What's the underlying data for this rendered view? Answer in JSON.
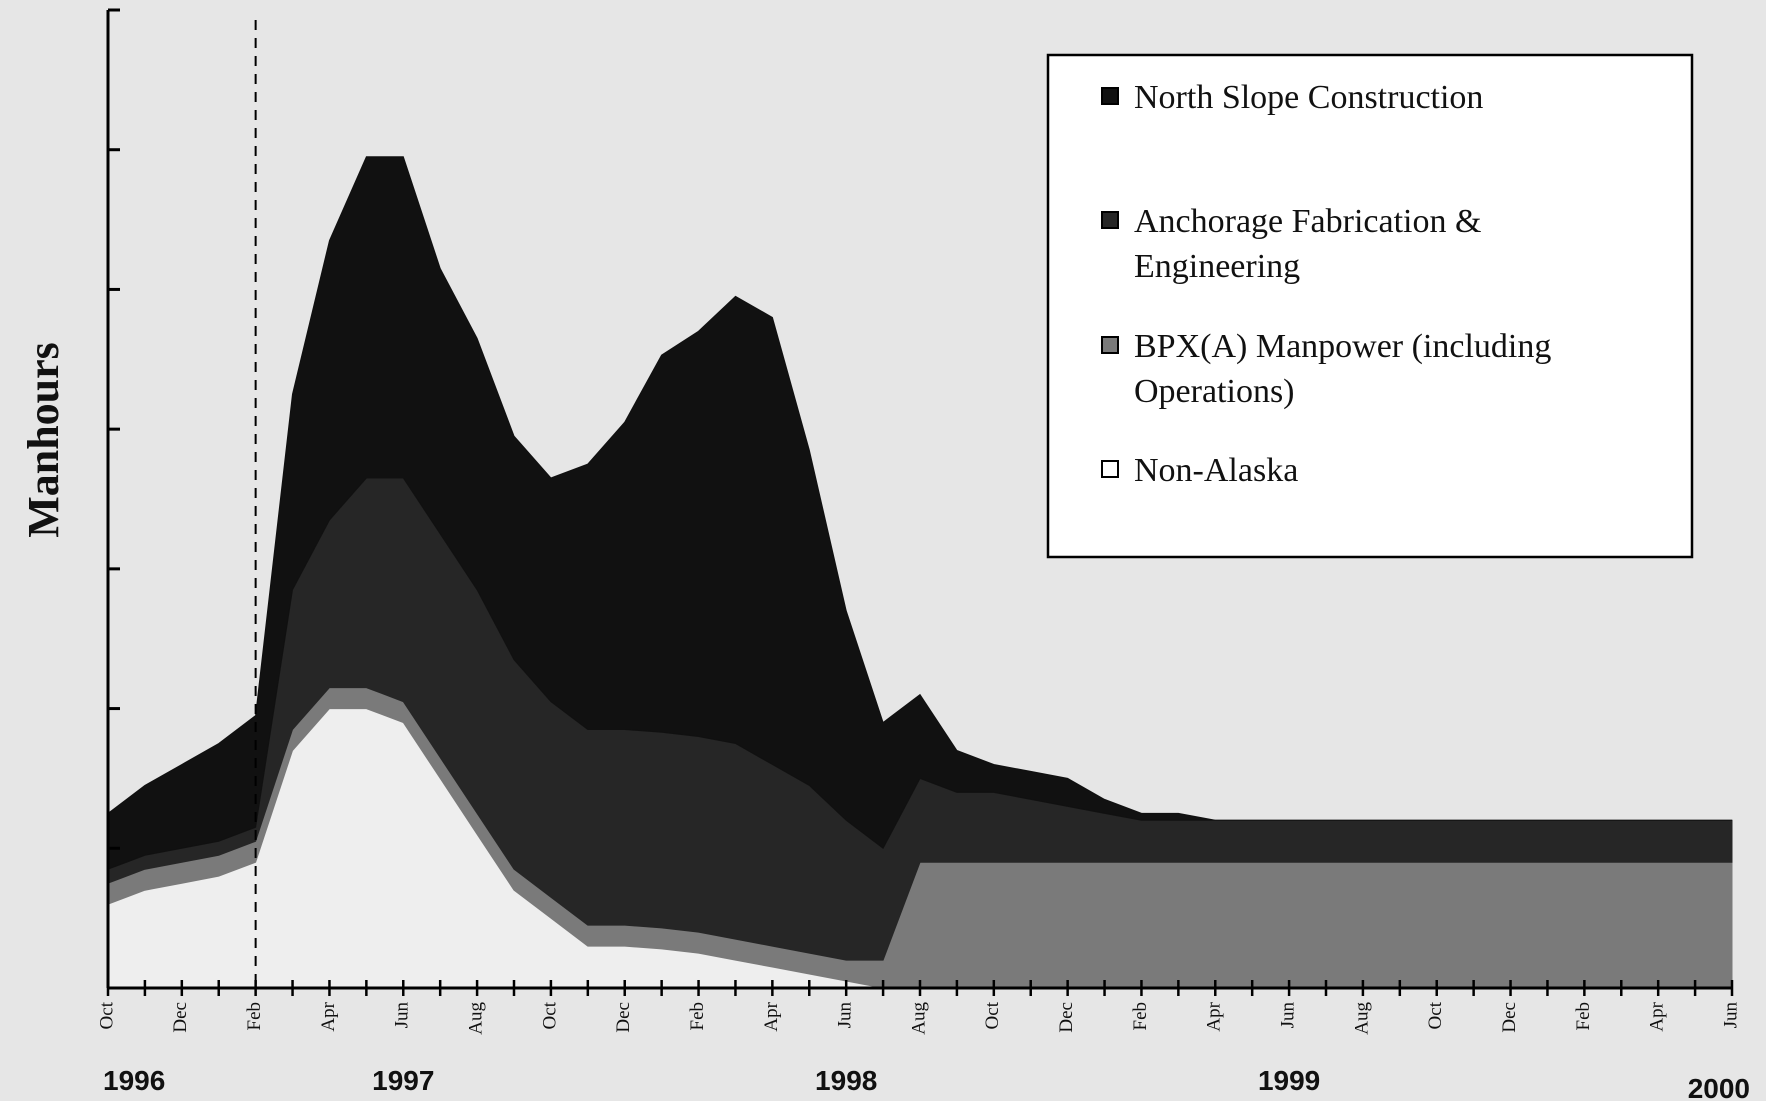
{
  "chart_data": {
    "type": "area",
    "stacked": true,
    "title": "",
    "ylabel": "Manhours",
    "xlabel": "",
    "y_tick_labels_printed": false,
    "x_tick_labels": [
      "Oct",
      "Dec",
      "Feb",
      "Apr",
      "Jun",
      "Aug",
      "Oct",
      "Dec",
      "Feb",
      "Apr",
      "Jun",
      "Aug",
      "Oct",
      "Dec",
      "Feb",
      "Apr",
      "Jun",
      "Aug",
      "Oct",
      "Dec",
      "Feb",
      "Apr",
      "Jun"
    ],
    "year_labels": [
      "1996",
      "1997",
      "1998",
      "1999",
      "2000"
    ],
    "x_range_months": [
      "1996-10",
      "2000-06"
    ],
    "y_range": [
      0,
      7
    ],
    "grid": false,
    "legend_position": "top-right",
    "marker_line": {
      "x": "1997-02",
      "style": "dashed"
    },
    "series": [
      {
        "name": "Non-Alaska",
        "color": "#eeeeee",
        "x": [
          "1996-10",
          "1996-11",
          "1996-12",
          "1997-01",
          "1997-02",
          "1997-03",
          "1997-04",
          "1997-05",
          "1997-06",
          "1997-07",
          "1997-08",
          "1997-09",
          "1997-10",
          "1997-11",
          "1997-12",
          "1998-01",
          "1998-02",
          "1998-03",
          "1998-04",
          "1998-05",
          "1998-06",
          "1998-07",
          "1998-08",
          "1998-09",
          "1998-10",
          "1998-11",
          "1998-12",
          "1999-01",
          "1999-02",
          "1999-03",
          "1999-04",
          "1999-05",
          "1999-06",
          "1999-07",
          "1999-08",
          "1999-09",
          "1999-10",
          "1999-11",
          "1999-12",
          "2000-01",
          "2000-02",
          "2000-03",
          "2000-04",
          "2000-05",
          "2000-06"
        ],
        "y": [
          0.6,
          0.7,
          0.75,
          0.8,
          0.9,
          1.7,
          2.0,
          2.0,
          1.9,
          1.5,
          1.1,
          0.7,
          0.5,
          0.3,
          0.3,
          0.28,
          0.25,
          0.2,
          0.15,
          0.1,
          0.05,
          0,
          0,
          0,
          0,
          0,
          0,
          0,
          0,
          0,
          0,
          0,
          0,
          0,
          0,
          0,
          0,
          0,
          0,
          0,
          0,
          0,
          0,
          0,
          0
        ]
      },
      {
        "name": "BPX(A) Manpower (including Operations)",
        "color": "#7a7a7a",
        "x": [
          "1996-10",
          "1996-11",
          "1996-12",
          "1997-01",
          "1997-02",
          "1997-03",
          "1997-04",
          "1997-05",
          "1997-06",
          "1997-07",
          "1997-08",
          "1997-09",
          "1997-10",
          "1997-11",
          "1997-12",
          "1998-01",
          "1998-02",
          "1998-03",
          "1998-04",
          "1998-05",
          "1998-06",
          "1998-07",
          "1998-08",
          "1998-09",
          "1998-10",
          "1998-11",
          "1998-12",
          "1999-01",
          "1999-02",
          "1999-03",
          "1999-04",
          "1999-05",
          "1999-06",
          "1999-07",
          "1999-08",
          "1999-09",
          "1999-10",
          "1999-11",
          "1999-12",
          "2000-01",
          "2000-02",
          "2000-03",
          "2000-04",
          "2000-05",
          "2000-06"
        ],
        "y": [
          0.15,
          0.15,
          0.15,
          0.15,
          0.15,
          0.15,
          0.15,
          0.15,
          0.15,
          0.15,
          0.15,
          0.15,
          0.15,
          0.15,
          0.15,
          0.15,
          0.15,
          0.15,
          0.15,
          0.15,
          0.15,
          0.2,
          0.9,
          0.9,
          0.9,
          0.9,
          0.9,
          0.9,
          0.9,
          0.9,
          0.9,
          0.9,
          0.9,
          0.9,
          0.9,
          0.9,
          0.9,
          0.9,
          0.9,
          0.9,
          0.9,
          0.9,
          0.9,
          0.9,
          0.9
        ]
      },
      {
        "name": "Anchorage Fabrication & Engineering",
        "color": "#262626",
        "x": [
          "1996-10",
          "1996-11",
          "1996-12",
          "1997-01",
          "1997-02",
          "1997-03",
          "1997-04",
          "1997-05",
          "1997-06",
          "1997-07",
          "1997-08",
          "1997-09",
          "1997-10",
          "1997-11",
          "1997-12",
          "1998-01",
          "1998-02",
          "1998-03",
          "1998-04",
          "1998-05",
          "1998-06",
          "1998-07",
          "1998-08",
          "1998-09",
          "1998-10",
          "1998-11",
          "1998-12",
          "1999-01",
          "1999-02",
          "1999-03",
          "1999-04",
          "1999-05",
          "1999-06",
          "1999-07",
          "1999-08",
          "1999-09",
          "1999-10",
          "1999-11",
          "1999-12",
          "2000-01",
          "2000-02",
          "2000-03",
          "2000-04",
          "2000-05",
          "2000-06"
        ],
        "y": [
          0.1,
          0.1,
          0.1,
          0.1,
          0.1,
          1.0,
          1.2,
          1.5,
          1.6,
          1.6,
          1.6,
          1.5,
          1.4,
          1.4,
          1.4,
          1.4,
          1.4,
          1.4,
          1.3,
          1.2,
          1.0,
          0.8,
          0.6,
          0.5,
          0.5,
          0.45,
          0.4,
          0.35,
          0.3,
          0.3,
          0.3,
          0.3,
          0.3,
          0.3,
          0.3,
          0.3,
          0.3,
          0.3,
          0.3,
          0.3,
          0.3,
          0.3,
          0.3,
          0.3,
          0.3
        ]
      },
      {
        "name": "North Slope Construction",
        "color": "#111111",
        "x": [
          "1996-10",
          "1996-11",
          "1996-12",
          "1997-01",
          "1997-02",
          "1997-03",
          "1997-04",
          "1997-05",
          "1997-06",
          "1997-07",
          "1997-08",
          "1997-09",
          "1997-10",
          "1997-11",
          "1997-12",
          "1998-01",
          "1998-02",
          "1998-03",
          "1998-04",
          "1998-05",
          "1998-06",
          "1998-07",
          "1998-08",
          "1998-09",
          "1998-10",
          "1998-11",
          "1998-12",
          "1999-01",
          "1999-02",
          "1999-03",
          "1999-04",
          "1999-05",
          "1999-06",
          "1999-07",
          "1999-08",
          "1999-09",
          "1999-10",
          "1999-11",
          "1999-12",
          "2000-01",
          "2000-02",
          "2000-03",
          "2000-04",
          "2000-05",
          "2000-06"
        ],
        "y": [
          0.4,
          0.5,
          0.6,
          0.7,
          0.8,
          1.4,
          2.0,
          2.3,
          2.3,
          1.9,
          1.8,
          1.6,
          1.6,
          1.9,
          2.2,
          2.7,
          2.9,
          3.2,
          3.2,
          2.4,
          1.5,
          0.9,
          0.6,
          0.3,
          0.2,
          0.2,
          0.2,
          0.1,
          0.05,
          0.05,
          0,
          0,
          0,
          0,
          0,
          0,
          0,
          0,
          0,
          0,
          0,
          0,
          0,
          0,
          0
        ]
      }
    ]
  },
  "legend": [
    {
      "lines": [
        "North Slope Construction"
      ],
      "swatch": "#111111"
    },
    {
      "lines": [
        "Anchorage Fabrication &",
        "Engineering"
      ],
      "swatch": "#262626"
    },
    {
      "lines": [
        "BPX(A) Manpower (including",
        "Operations)"
      ],
      "swatch": "#7a7a7a"
    },
    {
      "lines": [
        "Non-Alaska"
      ],
      "swatch": "#ffffff"
    }
  ],
  "colors": {
    "background": "#e6e6e6",
    "axis": "#000000",
    "legend_box": "#ffffff"
  }
}
